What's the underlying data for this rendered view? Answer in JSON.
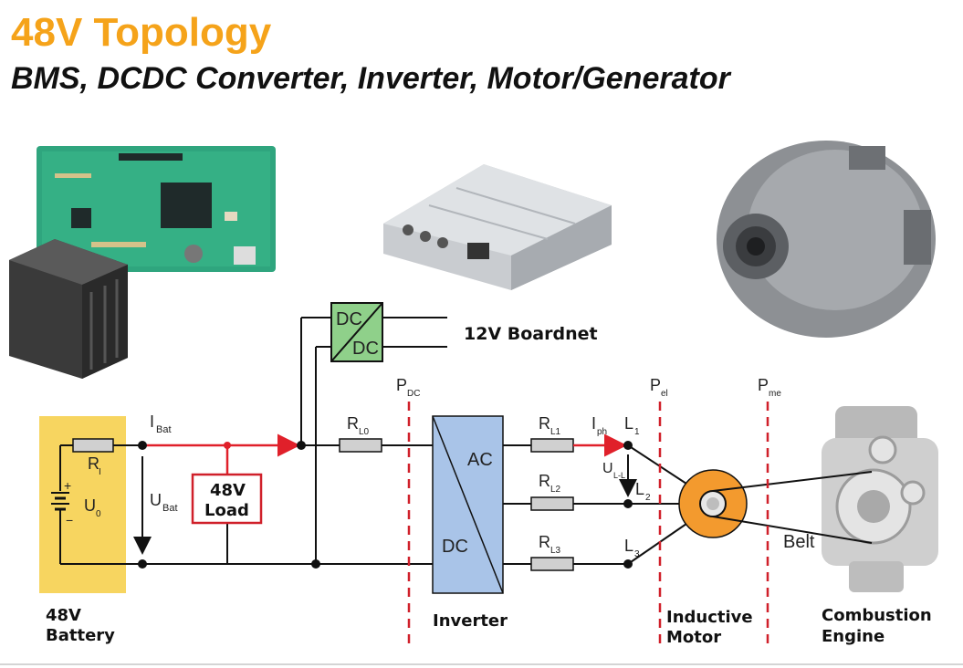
{
  "title": "48V Topology",
  "subtitle": "BMS, DCDC Converter, Inverter, Motor/Generator",
  "labels": {
    "dc_top": "DC",
    "dc_bottom": "DC",
    "boardnet": "12V Boardnet",
    "p_dc": "P",
    "p_dc_sub": "DC",
    "p_el": "P",
    "p_el_sub": "el",
    "p_me": "P",
    "p_me_sub": "me",
    "i_bat": "I",
    "i_bat_sub": "Bat",
    "r_i": "R",
    "r_i_sub": "I",
    "u_0": "U",
    "u_0_sub": "0",
    "u_bat": "U",
    "u_bat_sub": "Bat",
    "load_line1": "48V",
    "load_line2": "Load",
    "r_l0": "R",
    "r_l0_sub": "L0",
    "ac": "AC",
    "dc_inv": "DC",
    "r_l1": "R",
    "r_l1_sub": "L1",
    "r_l2": "R",
    "r_l2_sub": "L2",
    "r_l3": "R",
    "r_l3_sub": "L3",
    "i_ph": "I",
    "i_ph_sub": "ph",
    "l1": "L",
    "l1_sub": "1",
    "l2": "L",
    "l2_sub": "2",
    "l3": "L",
    "l3_sub": "3",
    "u_ll": "U",
    "u_ll_sub": "L-L",
    "belt": "Belt",
    "battery_line1": "48V",
    "battery_line2": "Battery",
    "inverter": "Inverter",
    "motor_line1": "Inductive",
    "motor_line2": "Motor",
    "engine_line1": "Combustion",
    "engine_line2": "Engine"
  },
  "colors": {
    "title": "#f5a31a",
    "battery_fill": "#f7d560",
    "dcdc_fill": "#8fd08a",
    "inverter_fill": "#a9c4e8",
    "motor_fill": "#f39a2e",
    "current_path": "#e0202a",
    "boundary": "#d0202a",
    "pcb": "#2fa57e"
  },
  "icons": [
    "bms-pcb-photo",
    "battery-pack-photo",
    "dcdc-converter-photo",
    "motor-generator-photo",
    "combustion-engine-photo"
  ]
}
